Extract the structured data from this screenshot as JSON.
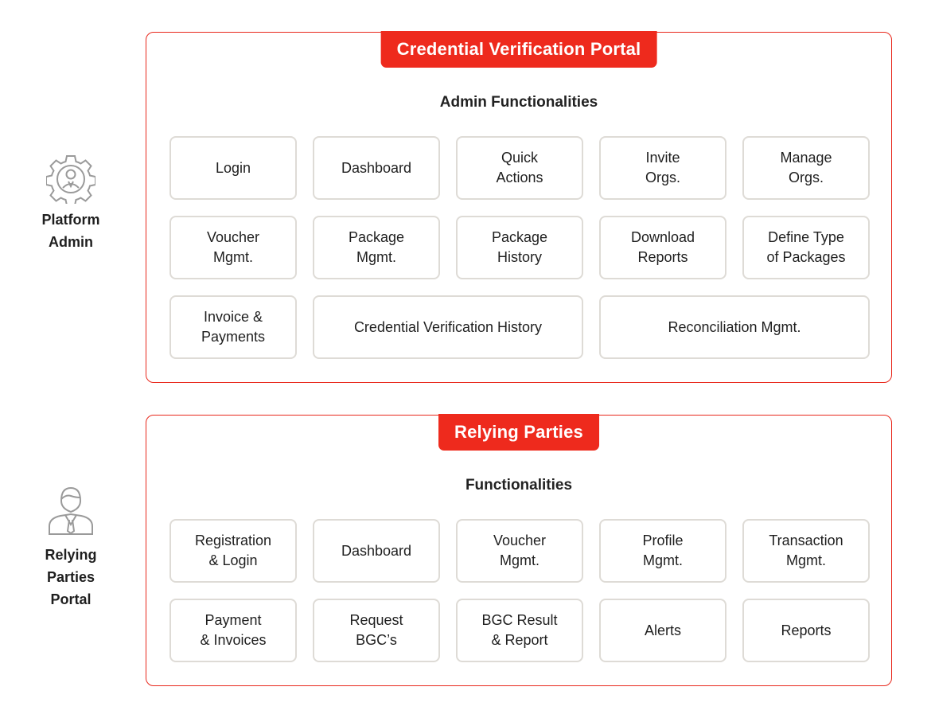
{
  "roles": {
    "platform_admin": {
      "label_lines": [
        "Platform",
        "Admin"
      ],
      "icon": "gear-user-icon"
    },
    "relying_parties": {
      "label_lines": [
        "Relying",
        "Parties",
        "Portal"
      ],
      "icon": "user-icon"
    }
  },
  "admin_panel": {
    "title": "Credential Verification Portal",
    "heading": "Admin Functionalities",
    "items": [
      "Login",
      "Dashboard",
      "Quick\nActions",
      "Invite\nOrgs.",
      "Manage\nOrgs.",
      "Voucher\nMgmt.",
      "Package\nMgmt.",
      "Package\nHistory",
      "Download\nReports",
      "Define Type\nof Packages",
      "Invoice &\nPayments",
      "Credential Verification History",
      "Reconciliation Mgmt."
    ]
  },
  "relying_panel": {
    "title": "Relying Parties",
    "heading": "Functionalities",
    "items": [
      "Registration\n& Login",
      "Dashboard",
      "Voucher\nMgmt.",
      "Profile\nMgmt.",
      "Transaction\nMgmt.",
      "Payment\n& Invoices",
      "Request\nBGC’s",
      "BGC Result\n& Report",
      "Alerts",
      "Reports"
    ]
  },
  "colors": {
    "accent": "#ee2a1d",
    "border": "#e8281c",
    "cell_border": "#dedbd6",
    "icon": "#9a9a9a"
  }
}
